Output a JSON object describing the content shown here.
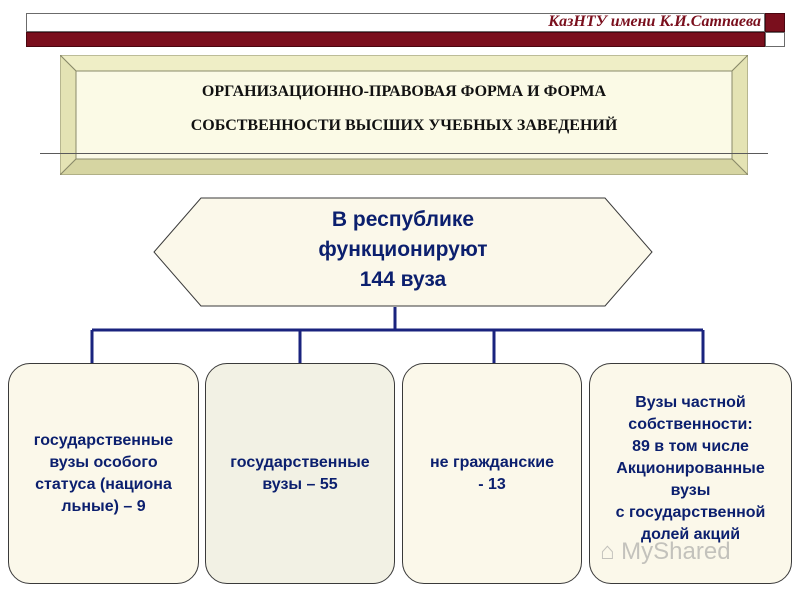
{
  "header": {
    "title": "КазНТУ имени К.И.Сатпаева"
  },
  "slide": {
    "title_line1": "ОРГАНИЗАЦИОННО-ПРАВОВАЯ ФОРМА И ФОРМА",
    "title_line2": "СОБСТВЕННОСТИ ВЫСШИХ УЧЕБНЫХ ЗАВЕДЕНИЙ"
  },
  "diagram": {
    "root": {
      "line1": "В республике",
      "line2": "функционируют",
      "line3": "144 вуза"
    },
    "children": [
      {
        "text": "государственные\nвузы особого\nстатуса (национа\nльные) – 9"
      },
      {
        "text": "государственные\nвузы – 55"
      },
      {
        "text": "не гражданские\n- 13"
      },
      {
        "text": "Вузы частной\nсобственности:\n89 в том числе\nАкционированные\nвузы\nс государственной\nдолей акций"
      }
    ]
  },
  "colors": {
    "header_accent": "#7a0f1d",
    "text_blue": "#0b1f6e",
    "connector": "#1a237e",
    "node_fill": "#fbf8ea"
  },
  "watermark": {
    "text": "MyShared"
  }
}
